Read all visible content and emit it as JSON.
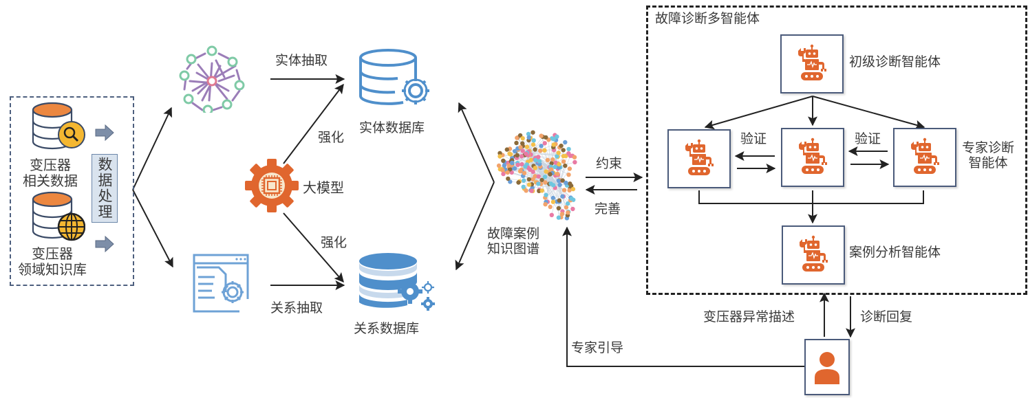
{
  "diagram": {
    "colors": {
      "orange": "#e0662e",
      "blue": "#4f8fcb",
      "yellow": "#f4b731",
      "slate": "#6c7d95",
      "box_border": "#4a5a7a",
      "dashed_border": "#222222"
    },
    "data_source": {
      "transformer_data_label": "变压器\n相关数据",
      "transformer_data_line1": "变压器",
      "transformer_data_line2": "相关数据",
      "domain_kb_line1": "变压器",
      "domain_kb_line2": "领域知识库",
      "processing_label": "数据处理",
      "icons": [
        "database-search-icon",
        "database-globe-icon",
        "right-arrow-icon"
      ]
    },
    "extraction": {
      "entity_extraction_label": "实体抽取",
      "relation_extraction_label": "关系抽取",
      "entity_network_icon": "network-graph-icon",
      "relation_doc_icon": "document-gear-icon"
    },
    "llm": {
      "label": "大模型",
      "icon": "chip-gear-icon",
      "enhance_top_label": "强化",
      "enhance_bottom_label": "强化"
    },
    "databases": {
      "entity_db_label": "实体数据库",
      "relation_db_label": "关系数据库"
    },
    "knowledge_graph": {
      "line1": "故障案例",
      "line2": "知识图谱",
      "constrain_label": "约束",
      "refine_label": "完善"
    },
    "multi_agent": {
      "title": "故障诊断多智能体",
      "primary_agent_label": "初级诊断智能体",
      "expert_agent_line1": "专家诊断",
      "expert_agent_line2": "智能体",
      "verify_left_label": "验证",
      "verify_right_label": "验证",
      "case_agent_label": "案例分析智能体"
    },
    "user": {
      "anomaly_desc_label": "变压器异常描述",
      "diag_reply_label": "诊断回复",
      "expert_guide_label": "专家引导",
      "icon": "user-icon"
    }
  }
}
